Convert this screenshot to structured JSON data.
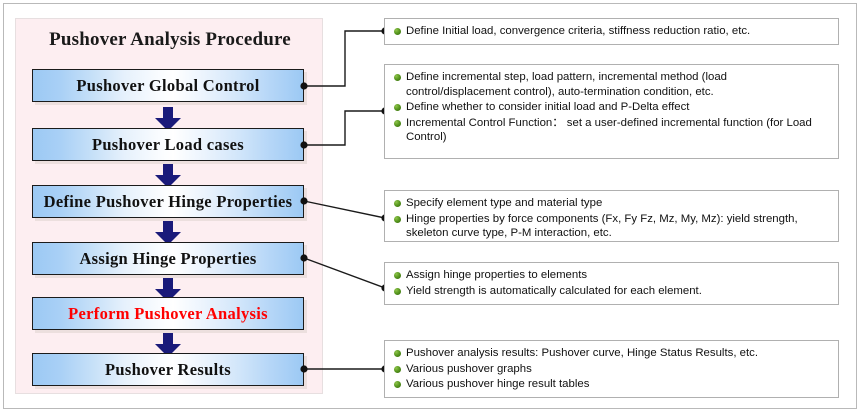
{
  "diagram": {
    "title": "Pushover Analysis Procedure",
    "highlight_color": "#ff0000",
    "box_fill_color": "#9cc9f4",
    "panel_color": "#fdeef1",
    "arrow_color": "#1a1a7a",
    "bullet_color": "#5b9a22",
    "steps": [
      {
        "label": "Pushover Global Control",
        "highlight": false
      },
      {
        "label": "Pushover Load cases",
        "highlight": false
      },
      {
        "label": "Define Pushover Hinge Properties",
        "highlight": false
      },
      {
        "label": "Assign Hinge Properties",
        "highlight": false
      },
      {
        "label": "Perform Pushover Analysis",
        "highlight": true
      },
      {
        "label": "Pushover Results",
        "highlight": false
      }
    ],
    "notes": [
      {
        "lines": [
          "Define Initial load, convergence criteria, stiffness reduction ratio, etc."
        ]
      },
      {
        "lines": [
          "Define incremental step, load pattern, incremental method (load control/displacement control), auto-termination condition, etc.",
          "Define whether to consider initial load and P-Delta effect",
          "Incremental Control Function： set a user-defined incremental function (for Load Control)"
        ]
      },
      {
        "lines": [
          "Specify element type and material type",
          "Hinge properties by force components (Fx, Fy Fz, Mz, My, Mz): yield strength, skeleton curve type, P-M interaction, etc."
        ]
      },
      {
        "lines": [
          "Assign hinge properties to elements",
          "Yield strength is automatically calculated for each element."
        ]
      },
      {
        "lines": [
          "Pushover analysis results: Pushover curve, Hinge Status Results,  etc.",
          "Various pushover graphs",
          "Various pushover hinge result tables"
        ]
      }
    ]
  }
}
